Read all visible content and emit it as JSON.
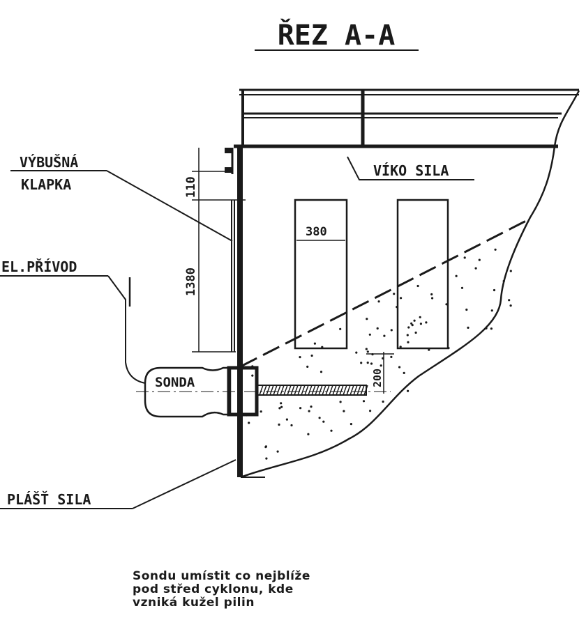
{
  "title": "ŘEZ A-A",
  "labels": {
    "vybusna_klapka_1": "VÝBUŠNÁ",
    "vybusna_klapka_2": "KLAPKA",
    "el_privod": "EL.PŘÍVOD",
    "sonda": "SONDA",
    "plast_sila": "PLÁŠŤ SILA",
    "viko_sila": "VÍKO SILA"
  },
  "dimensions": {
    "flap_offset": "110",
    "flap_height": "1380",
    "opening_width": "380",
    "probe_depth": "200"
  },
  "note": [
    "Sondu umístit co nejblíže",
    "pod střed cyklonu, kde",
    "vzniká kužel pilin"
  ],
  "colors": {
    "ink": "#1a1a1a",
    "paper": "#ffffff"
  }
}
